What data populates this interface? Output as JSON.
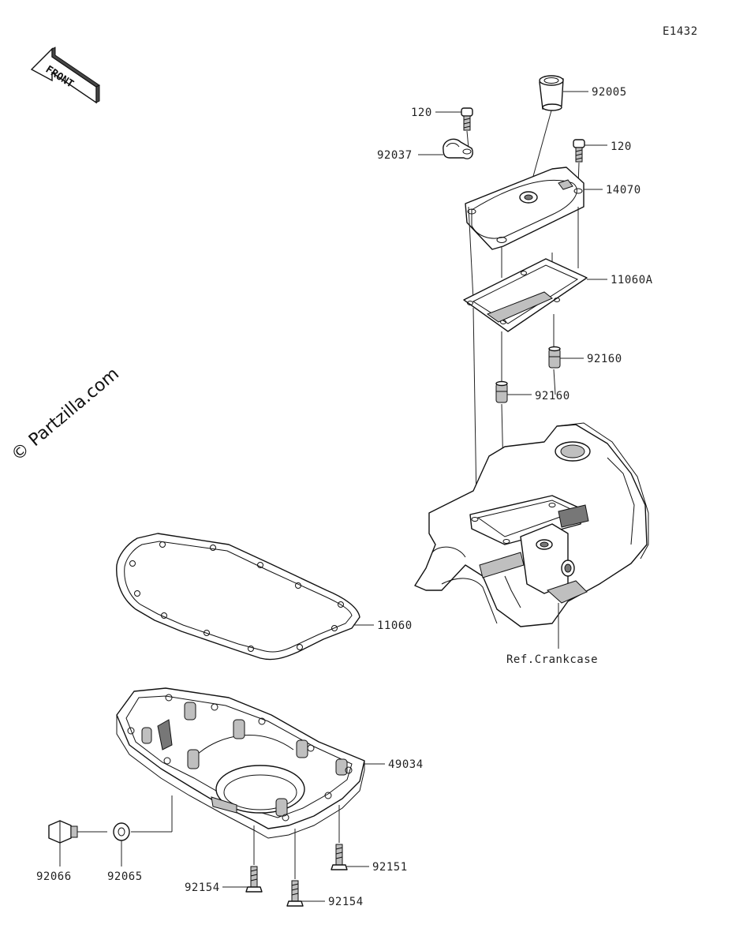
{
  "diagram_code": "E1432",
  "front_arrow_text": "FRONT",
  "watermark": "© Partzilla.com",
  "callouts": {
    "p92005": "92005",
    "p120_a": "120",
    "p120_b": "120",
    "p92037": "92037",
    "p14070": "14070",
    "p11060A": "11060A",
    "p92160_a": "92160",
    "p92160_b": "92160",
    "p11060": "11060",
    "ref_crankcase": "Ref.Crankcase",
    "p49034": "49034",
    "p92066": "92066",
    "p92065": "92065",
    "p92151": "92151",
    "p92154_a": "92154",
    "p92154_b": "92154"
  }
}
